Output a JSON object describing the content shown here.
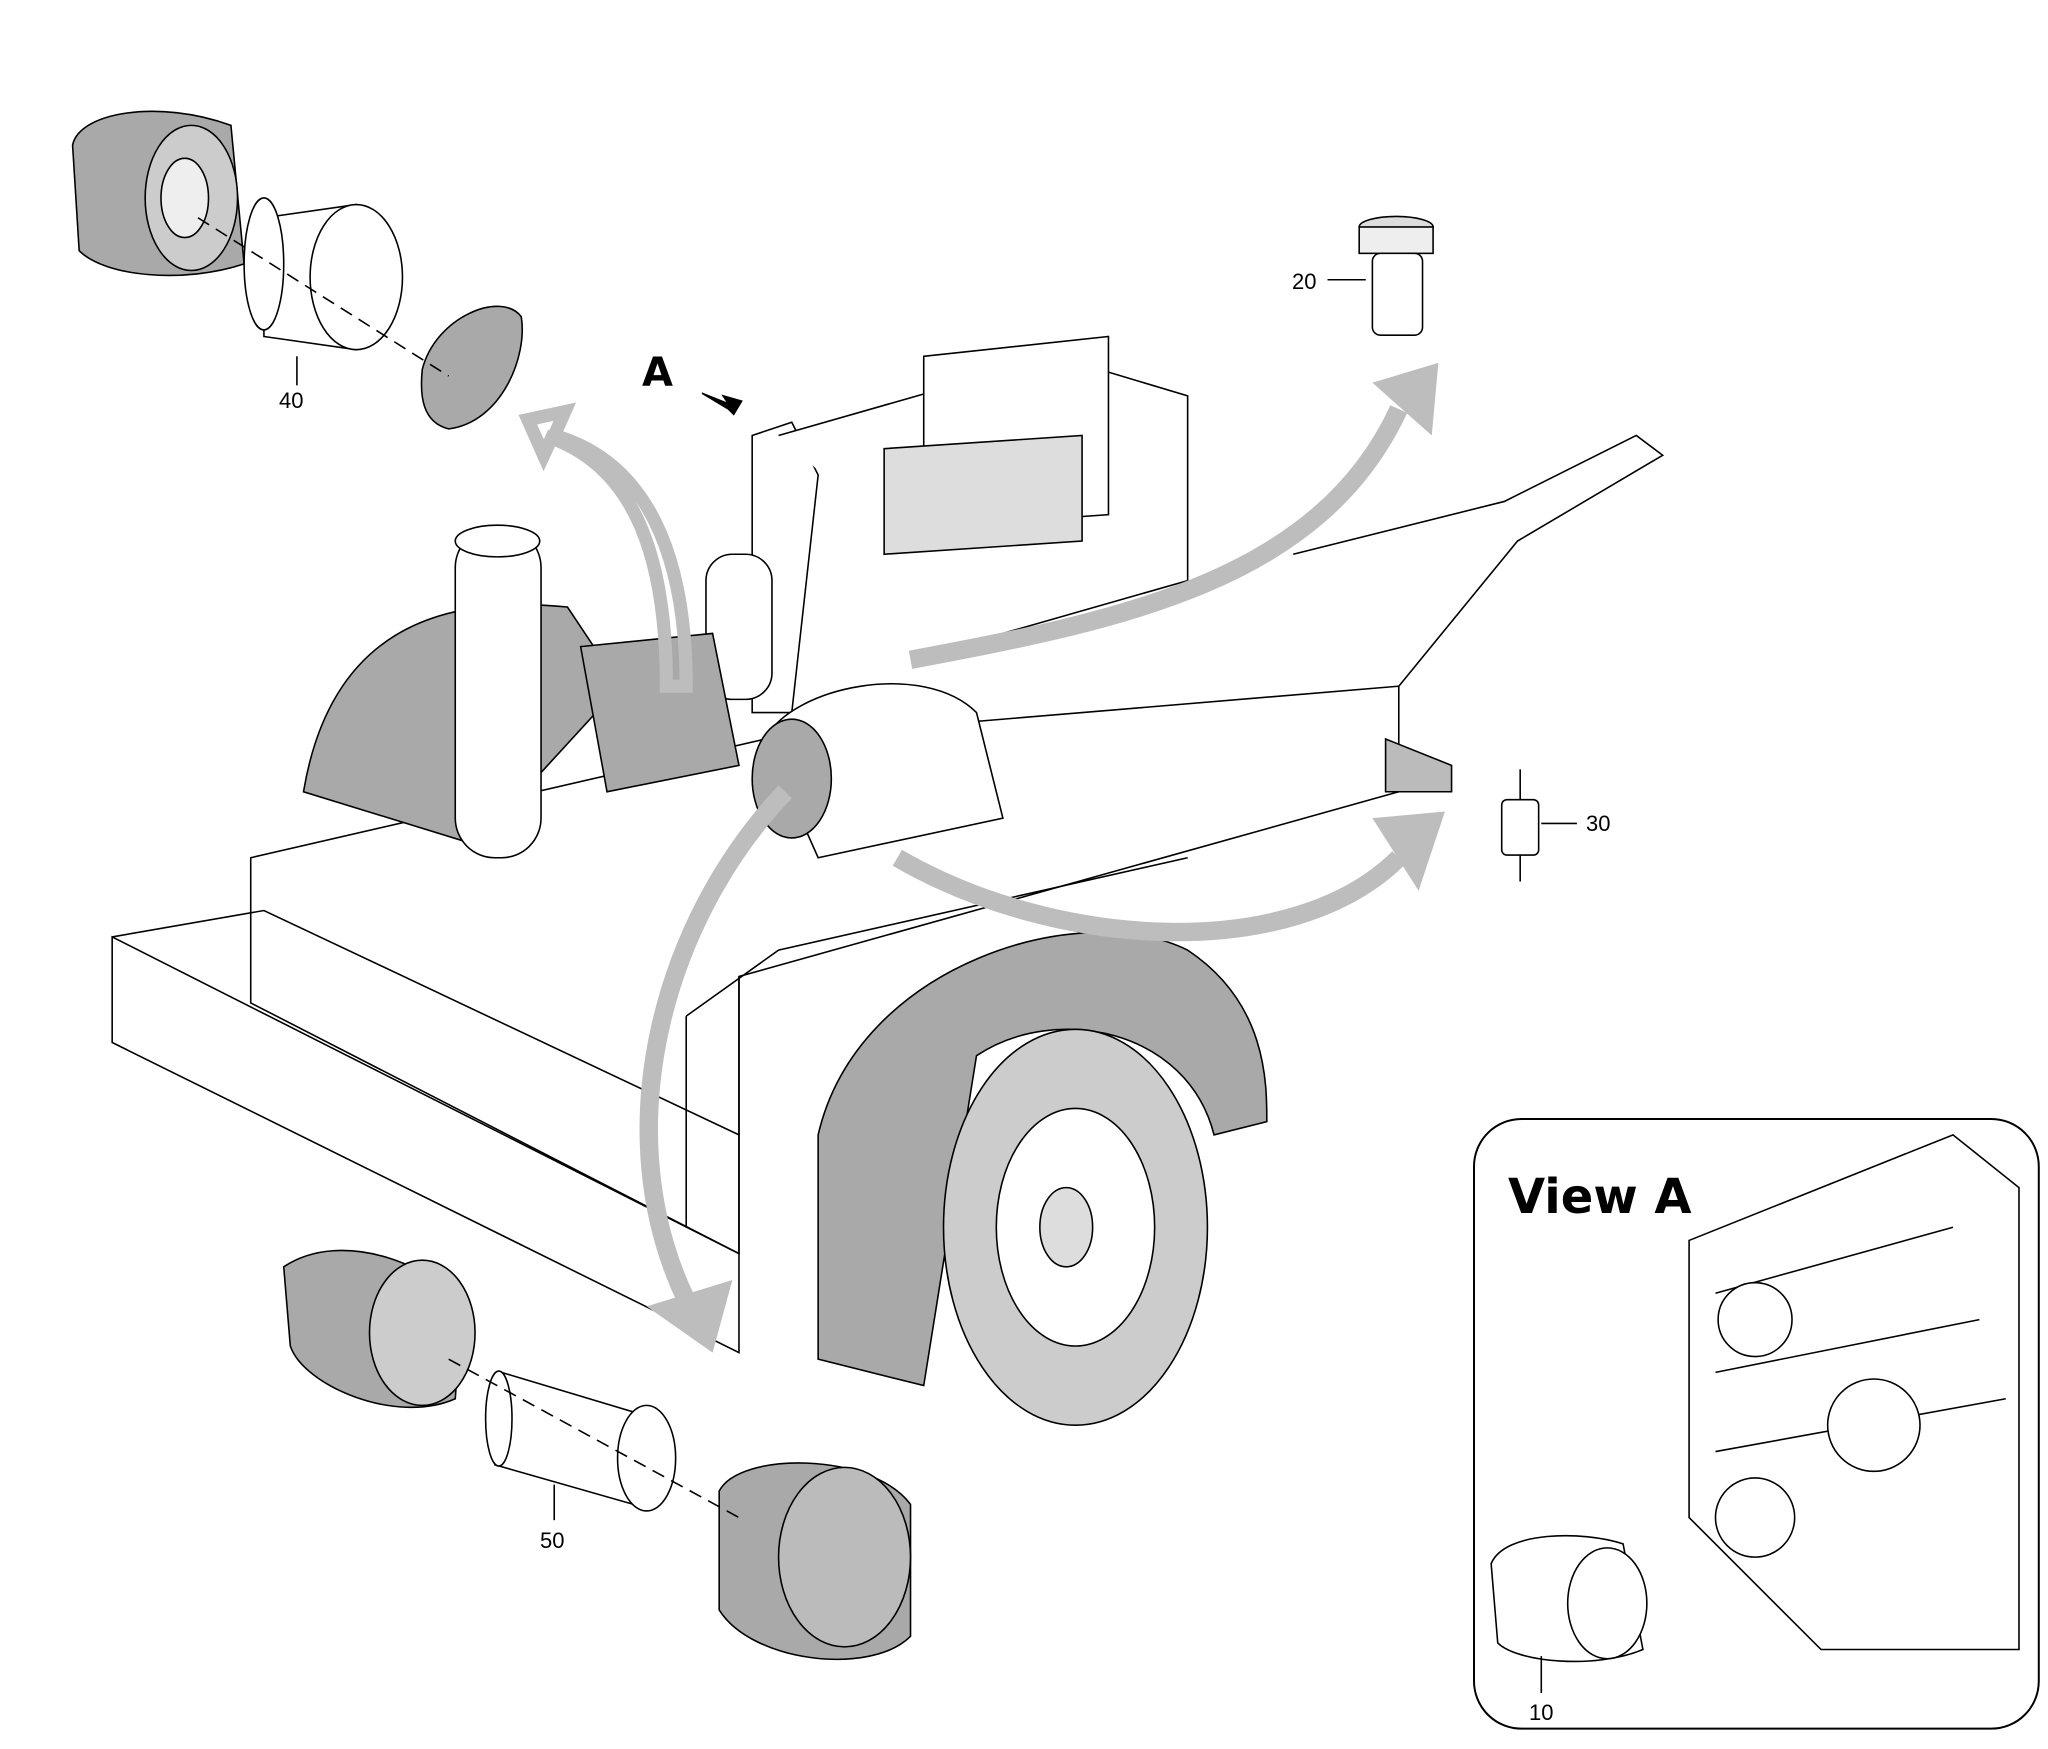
{
  "diagram": {
    "view_marker": "A",
    "inset_title": "View A",
    "callouts": [
      {
        "id": "callout-10",
        "label": "10"
      },
      {
        "id": "callout-20",
        "label": "20"
      },
      {
        "id": "callout-30",
        "label": "30"
      },
      {
        "id": "callout-40",
        "label": "40"
      },
      {
        "id": "callout-50",
        "label": "50"
      }
    ],
    "colors": {
      "arrow": "#bdbdbd",
      "part_fill": "#a9a9a9",
      "line": "#000000"
    }
  }
}
